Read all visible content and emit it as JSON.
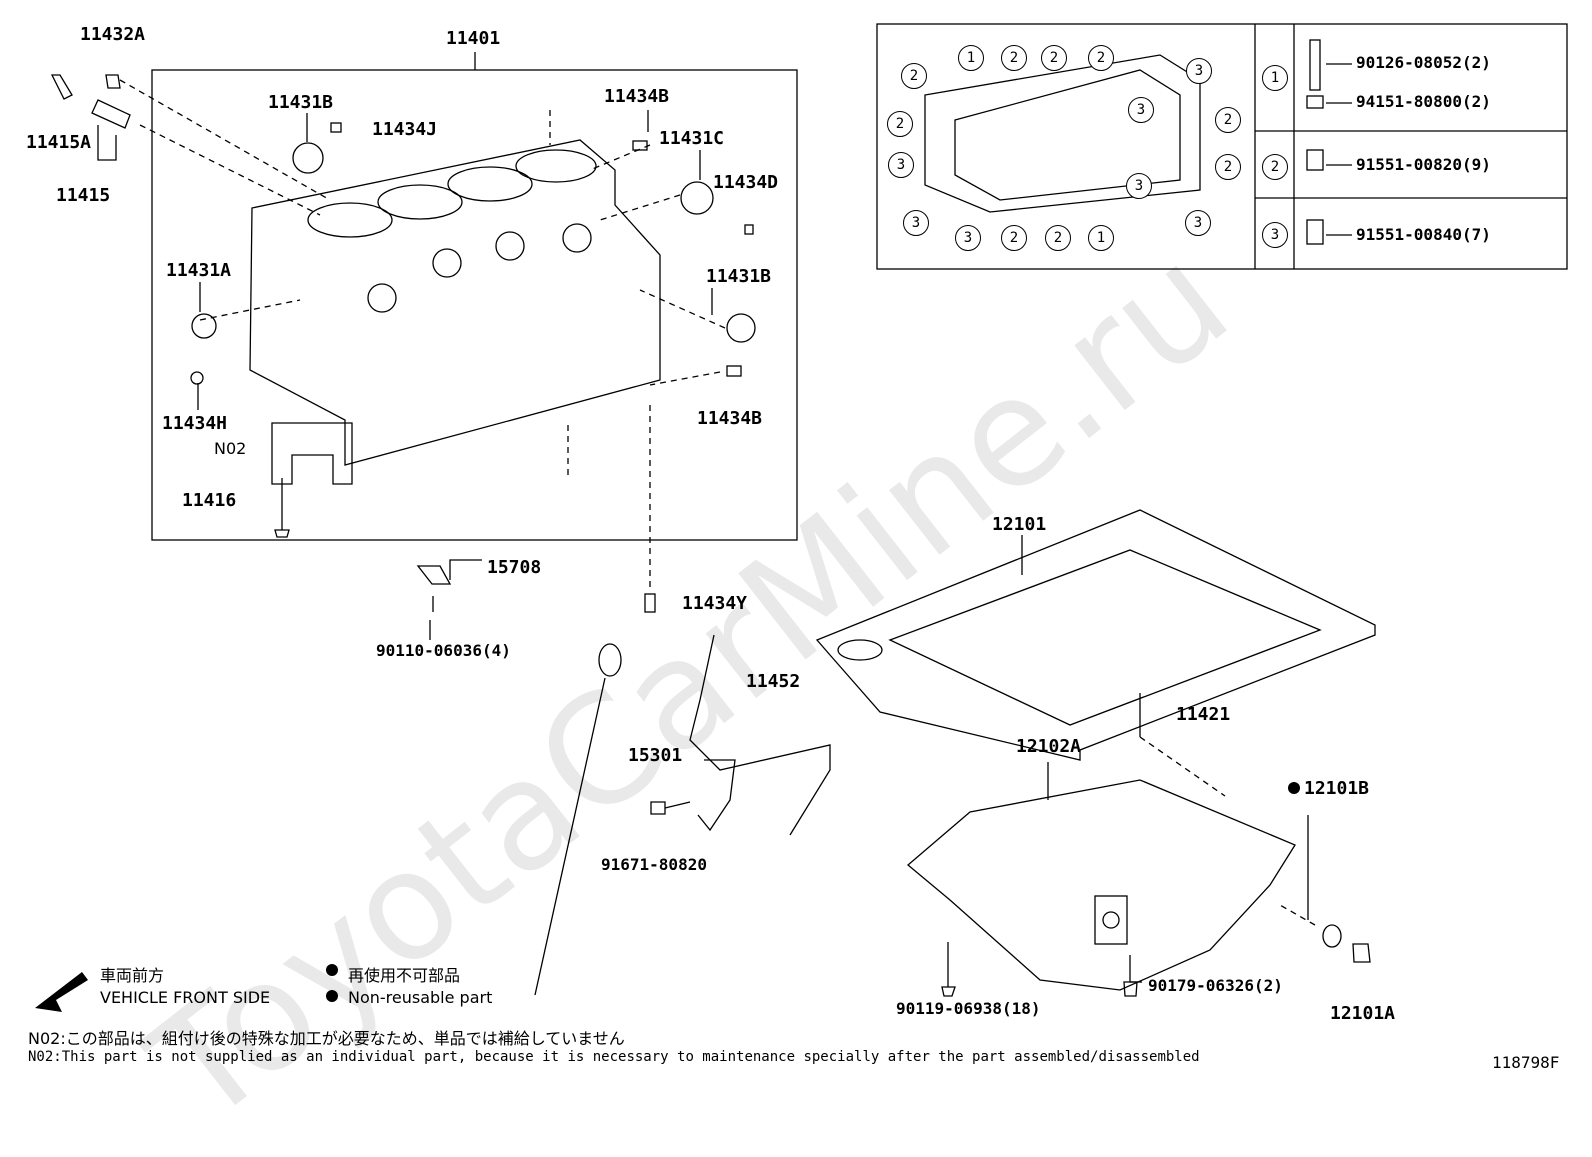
{
  "watermark": "ToyotaCarMine.ru",
  "labels": {
    "p11432A": "11432A",
    "p11401": "11401",
    "p11415A": "11415A",
    "p11415": "11415",
    "p11431B_top": "11431B",
    "p11434J": "11434J",
    "p11434B_top": "11434B",
    "p11431C": "11431C",
    "p11434D": "11434D",
    "p11431A": "11431A",
    "p11431B_right": "11431B",
    "p11434H": "11434H",
    "p11434B_right": "11434B",
    "pN02": "N02",
    "p11416": "11416",
    "p15708": "15708",
    "p90110": "90110-06036(4)",
    "p11434Y": "11434Y",
    "p11452": "11452",
    "p15301": "15301",
    "p91671": "91671-80820",
    "p12101": "12101",
    "p11421": "11421",
    "p12102A": "12102A",
    "p12101B": "12101B",
    "p90119": "90119-06938(18)",
    "p90179": "90179-06326(2)",
    "p12101A": "12101A"
  },
  "bolt_table": {
    "rows": [
      {
        "num": "1",
        "parts": [
          "90126-08052(2)",
          "94151-80800(2)"
        ]
      },
      {
        "num": "2",
        "parts": [
          "91551-00820(9)"
        ]
      },
      {
        "num": "3",
        "parts": [
          "91551-00840(7)"
        ]
      }
    ]
  },
  "legend": {
    "front_jp": "車両前方",
    "front_en": "VEHICLE FRONT SIDE",
    "nonreuse_jp": "再使用不可部品",
    "nonreuse_en": "Non-reusable part"
  },
  "notes": {
    "n02_jp": "N02:この部品は、組付け後の特殊な加工が必要なため、単品では補給していません",
    "n02_en": "N02:This part is not supplied as an individual part, because it is necessary to maintenance specially after the part assembled/disassembled"
  },
  "figure_id": "118798F"
}
